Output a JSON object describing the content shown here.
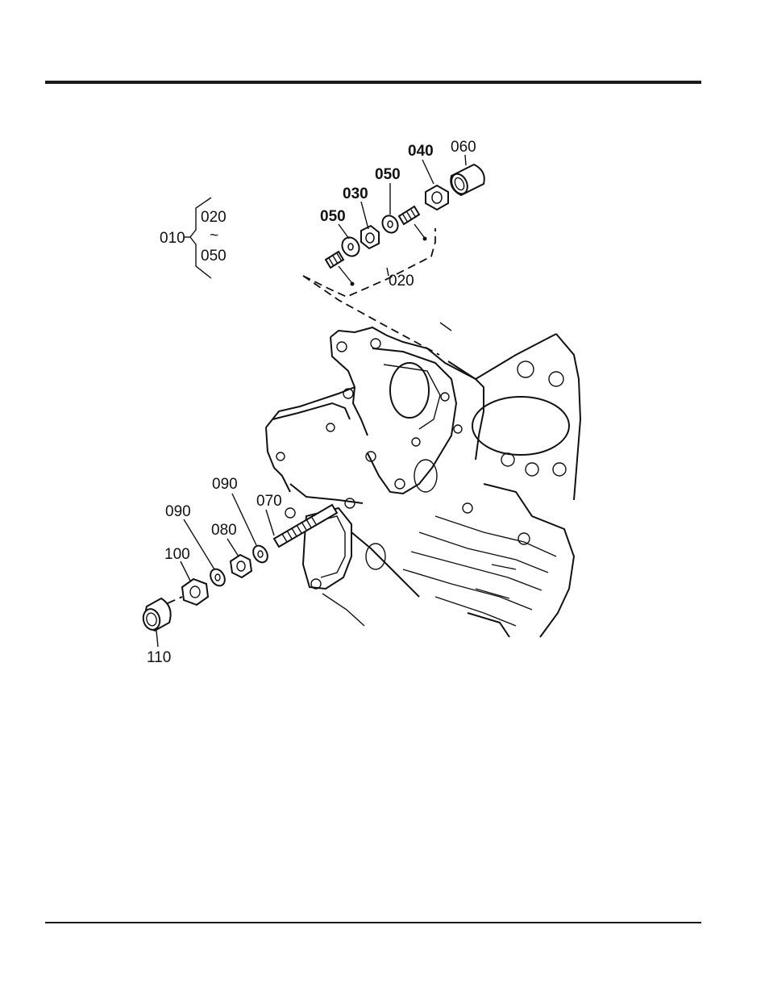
{
  "diagram": {
    "labels": {
      "l010": "010",
      "l020_group_top": "020",
      "l050_group_bottom": "050",
      "l020_upper": "020",
      "l030": "030",
      "l040": "040",
      "l050_a": "050",
      "l050_b": "050",
      "l060": "060",
      "l070": "070",
      "l080": "080",
      "l090_a": "090",
      "l090_b": "090",
      "l100": "100",
      "l110": "110"
    }
  }
}
